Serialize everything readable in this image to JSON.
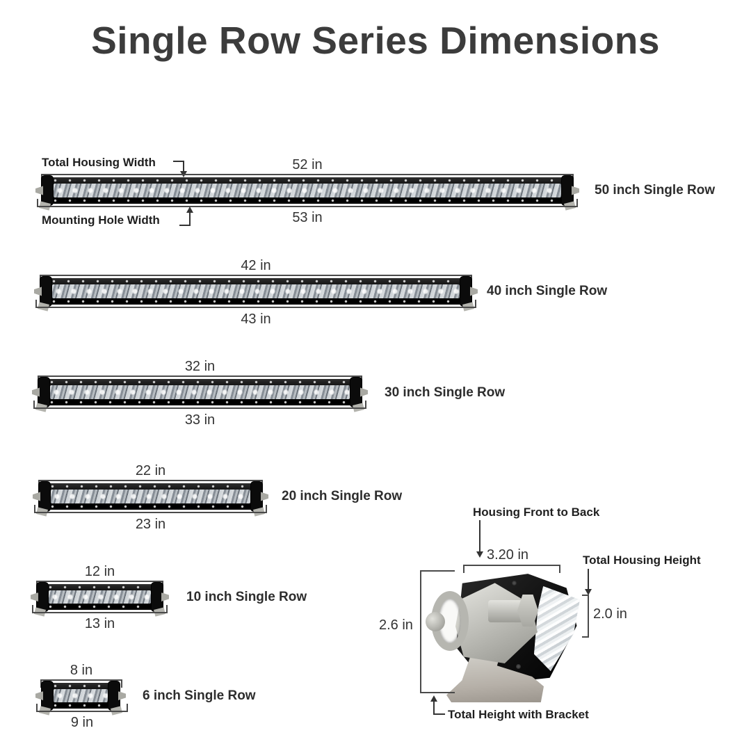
{
  "title": "Single Row Series Dimensions",
  "callouts": {
    "total_housing_width": "Total Housing Width",
    "mounting_hole_width": "Mounting Hole Width"
  },
  "bars": [
    {
      "label": "50 inch Single Row",
      "housing_width": "52 in",
      "mounting_hole_width": "53 in"
    },
    {
      "label": "40 inch Single Row",
      "housing_width": "42 in",
      "mounting_hole_width": "43 in"
    },
    {
      "label": "30 inch Single Row",
      "housing_width": "32 in",
      "mounting_hole_width": "33 in"
    },
    {
      "label": "20 inch Single Row",
      "housing_width": "22 in",
      "mounting_hole_width": "23 in"
    },
    {
      "label": "10 inch Single Row",
      "housing_width": "12 in",
      "mounting_hole_width": "13 in"
    },
    {
      "label": "6 inch Single Row",
      "housing_width": "8 in",
      "mounting_hole_width": "9 in"
    }
  ],
  "side_view": {
    "housing_front_to_back": {
      "label": "Housing Front to Back",
      "value": "3.20 in"
    },
    "total_housing_height": {
      "label": "Total Housing Height",
      "value": "2.0 in"
    },
    "height_with_bracket": {
      "label": "Total Height with Bracket",
      "value": "2.6 in"
    }
  },
  "colors": {
    "text": "#333333",
    "dimension_line": "#4a4a4a",
    "housing_black": "#0d0d0d",
    "lens_gray": "#b7bdc2",
    "bracket_metal": "#b9b9b3"
  }
}
